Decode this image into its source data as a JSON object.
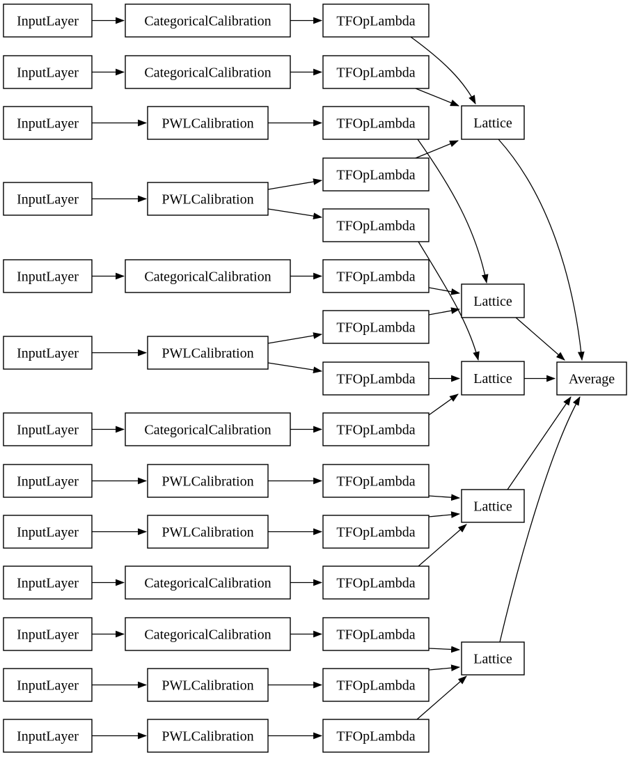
{
  "diagram": {
    "kind": "model-architecture-graph",
    "background_color": "#ffffff",
    "node_fill": "#ffffff",
    "line_color": "#000000",
    "text_color": "#000000"
  },
  "nodes": [
    {
      "id": "input_1",
      "label": "InputLayer"
    },
    {
      "id": "input_2",
      "label": "InputLayer"
    },
    {
      "id": "input_3",
      "label": "InputLayer"
    },
    {
      "id": "input_4",
      "label": "InputLayer"
    },
    {
      "id": "input_5",
      "label": "InputLayer"
    },
    {
      "id": "input_6",
      "label": "InputLayer"
    },
    {
      "id": "input_7",
      "label": "InputLayer"
    },
    {
      "id": "input_8",
      "label": "InputLayer"
    },
    {
      "id": "input_9",
      "label": "InputLayer"
    },
    {
      "id": "input_10",
      "label": "InputLayer"
    },
    {
      "id": "input_11",
      "label": "InputLayer"
    },
    {
      "id": "input_12",
      "label": "InputLayer"
    },
    {
      "id": "input_13",
      "label": "InputLayer"
    },
    {
      "id": "cal_1",
      "label": "CategoricalCalibration"
    },
    {
      "id": "cal_2",
      "label": "CategoricalCalibration"
    },
    {
      "id": "cal_3",
      "label": "PWLCalibration"
    },
    {
      "id": "cal_4",
      "label": "PWLCalibration"
    },
    {
      "id": "cal_5",
      "label": "CategoricalCalibration"
    },
    {
      "id": "cal_6",
      "label": "PWLCalibration"
    },
    {
      "id": "cal_7",
      "label": "CategoricalCalibration"
    },
    {
      "id": "cal_8",
      "label": "PWLCalibration"
    },
    {
      "id": "cal_9",
      "label": "PWLCalibration"
    },
    {
      "id": "cal_10",
      "label": "CategoricalCalibration"
    },
    {
      "id": "cal_11",
      "label": "CategoricalCalibration"
    },
    {
      "id": "cal_12",
      "label": "PWLCalibration"
    },
    {
      "id": "cal_13",
      "label": "PWLCalibration"
    },
    {
      "id": "lambda_1",
      "label": "TFOpLambda"
    },
    {
      "id": "lambda_2",
      "label": "TFOpLambda"
    },
    {
      "id": "lambda_3",
      "label": "TFOpLambda"
    },
    {
      "id": "lambda_4",
      "label": "TFOpLambda"
    },
    {
      "id": "lambda_5",
      "label": "TFOpLambda"
    },
    {
      "id": "lambda_6",
      "label": "TFOpLambda"
    },
    {
      "id": "lambda_7",
      "label": "TFOpLambda"
    },
    {
      "id": "lambda_8",
      "label": "TFOpLambda"
    },
    {
      "id": "lambda_9",
      "label": "TFOpLambda"
    },
    {
      "id": "lambda_10",
      "label": "TFOpLambda"
    },
    {
      "id": "lambda_11",
      "label": "TFOpLambda"
    },
    {
      "id": "lambda_12",
      "label": "TFOpLambda"
    },
    {
      "id": "lambda_13",
      "label": "TFOpLambda"
    },
    {
      "id": "lambda_14",
      "label": "TFOpLambda"
    },
    {
      "id": "lambda_15",
      "label": "TFOpLambda"
    },
    {
      "id": "lattice_1",
      "label": "Lattice"
    },
    {
      "id": "lattice_2",
      "label": "Lattice"
    },
    {
      "id": "lattice_3",
      "label": "Lattice"
    },
    {
      "id": "lattice_4",
      "label": "Lattice"
    },
    {
      "id": "lattice_5",
      "label": "Lattice"
    },
    {
      "id": "average",
      "label": "Average"
    }
  ],
  "edges": [
    {
      "from": "input_1",
      "to": "cal_1"
    },
    {
      "from": "input_2",
      "to": "cal_2"
    },
    {
      "from": "input_3",
      "to": "cal_3"
    },
    {
      "from": "input_4",
      "to": "cal_4"
    },
    {
      "from": "input_5",
      "to": "cal_5"
    },
    {
      "from": "input_6",
      "to": "cal_6"
    },
    {
      "from": "input_7",
      "to": "cal_7"
    },
    {
      "from": "input_8",
      "to": "cal_8"
    },
    {
      "from": "input_9",
      "to": "cal_9"
    },
    {
      "from": "input_10",
      "to": "cal_10"
    },
    {
      "from": "input_11",
      "to": "cal_11"
    },
    {
      "from": "input_12",
      "to": "cal_12"
    },
    {
      "from": "input_13",
      "to": "cal_13"
    },
    {
      "from": "cal_1",
      "to": "lambda_1"
    },
    {
      "from": "cal_2",
      "to": "lambda_2"
    },
    {
      "from": "cal_3",
      "to": "lambda_3"
    },
    {
      "from": "cal_4",
      "to": "lambda_4"
    },
    {
      "from": "cal_4",
      "to": "lambda_5"
    },
    {
      "from": "cal_5",
      "to": "lambda_6"
    },
    {
      "from": "cal_6",
      "to": "lambda_7"
    },
    {
      "from": "cal_6",
      "to": "lambda_8"
    },
    {
      "from": "cal_7",
      "to": "lambda_9"
    },
    {
      "from": "cal_8",
      "to": "lambda_10"
    },
    {
      "from": "cal_9",
      "to": "lambda_11"
    },
    {
      "from": "cal_10",
      "to": "lambda_12"
    },
    {
      "from": "cal_11",
      "to": "lambda_13"
    },
    {
      "from": "cal_12",
      "to": "lambda_14"
    },
    {
      "from": "cal_13",
      "to": "lambda_15"
    },
    {
      "from": "lambda_1",
      "to": "lattice_1"
    },
    {
      "from": "lambda_2",
      "to": "lattice_1"
    },
    {
      "from": "lambda_3",
      "to": "lattice_2"
    },
    {
      "from": "lambda_4",
      "to": "lattice_1"
    },
    {
      "from": "lambda_5",
      "to": "lattice_3"
    },
    {
      "from": "lambda_6",
      "to": "lattice_2"
    },
    {
      "from": "lambda_7",
      "to": "lattice_2"
    },
    {
      "from": "lambda_8",
      "to": "lattice_3"
    },
    {
      "from": "lambda_9",
      "to": "lattice_3"
    },
    {
      "from": "lambda_10",
      "to": "lattice_4"
    },
    {
      "from": "lambda_11",
      "to": "lattice_4"
    },
    {
      "from": "lambda_12",
      "to": "lattice_4"
    },
    {
      "from": "lambda_13",
      "to": "lattice_5"
    },
    {
      "from": "lambda_14",
      "to": "lattice_5"
    },
    {
      "from": "lambda_15",
      "to": "lattice_5"
    },
    {
      "from": "lattice_1",
      "to": "average"
    },
    {
      "from": "lattice_2",
      "to": "average"
    },
    {
      "from": "lattice_3",
      "to": "average"
    },
    {
      "from": "lattice_4",
      "to": "average"
    },
    {
      "from": "lattice_5",
      "to": "average"
    }
  ]
}
